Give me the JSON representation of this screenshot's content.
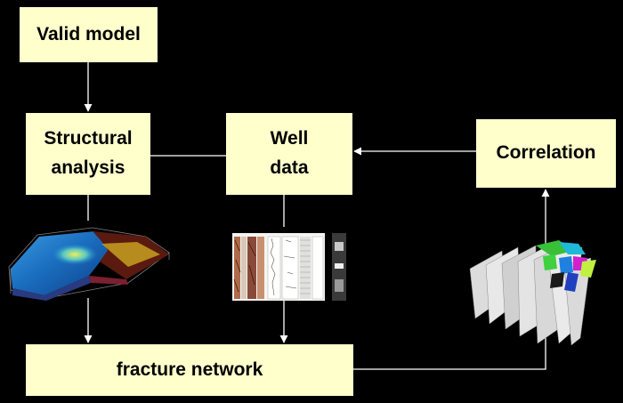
{
  "boxes": {
    "valid_model": "Valid model",
    "structural_analysis": "Structural\nanalysis",
    "well_data": "Well\ndata",
    "correlation": "Correlation",
    "fracture_network": "fracture network"
  },
  "colors": {
    "background": "#000000",
    "box_fill": "#ffffcc",
    "connector": "#ffffff"
  },
  "images": {
    "structural_model": "3d-geological-model-thumbnail",
    "well_logs": "well-log-panels-thumbnail",
    "fracture_model": "3d-fracture-network-thumbnail"
  }
}
